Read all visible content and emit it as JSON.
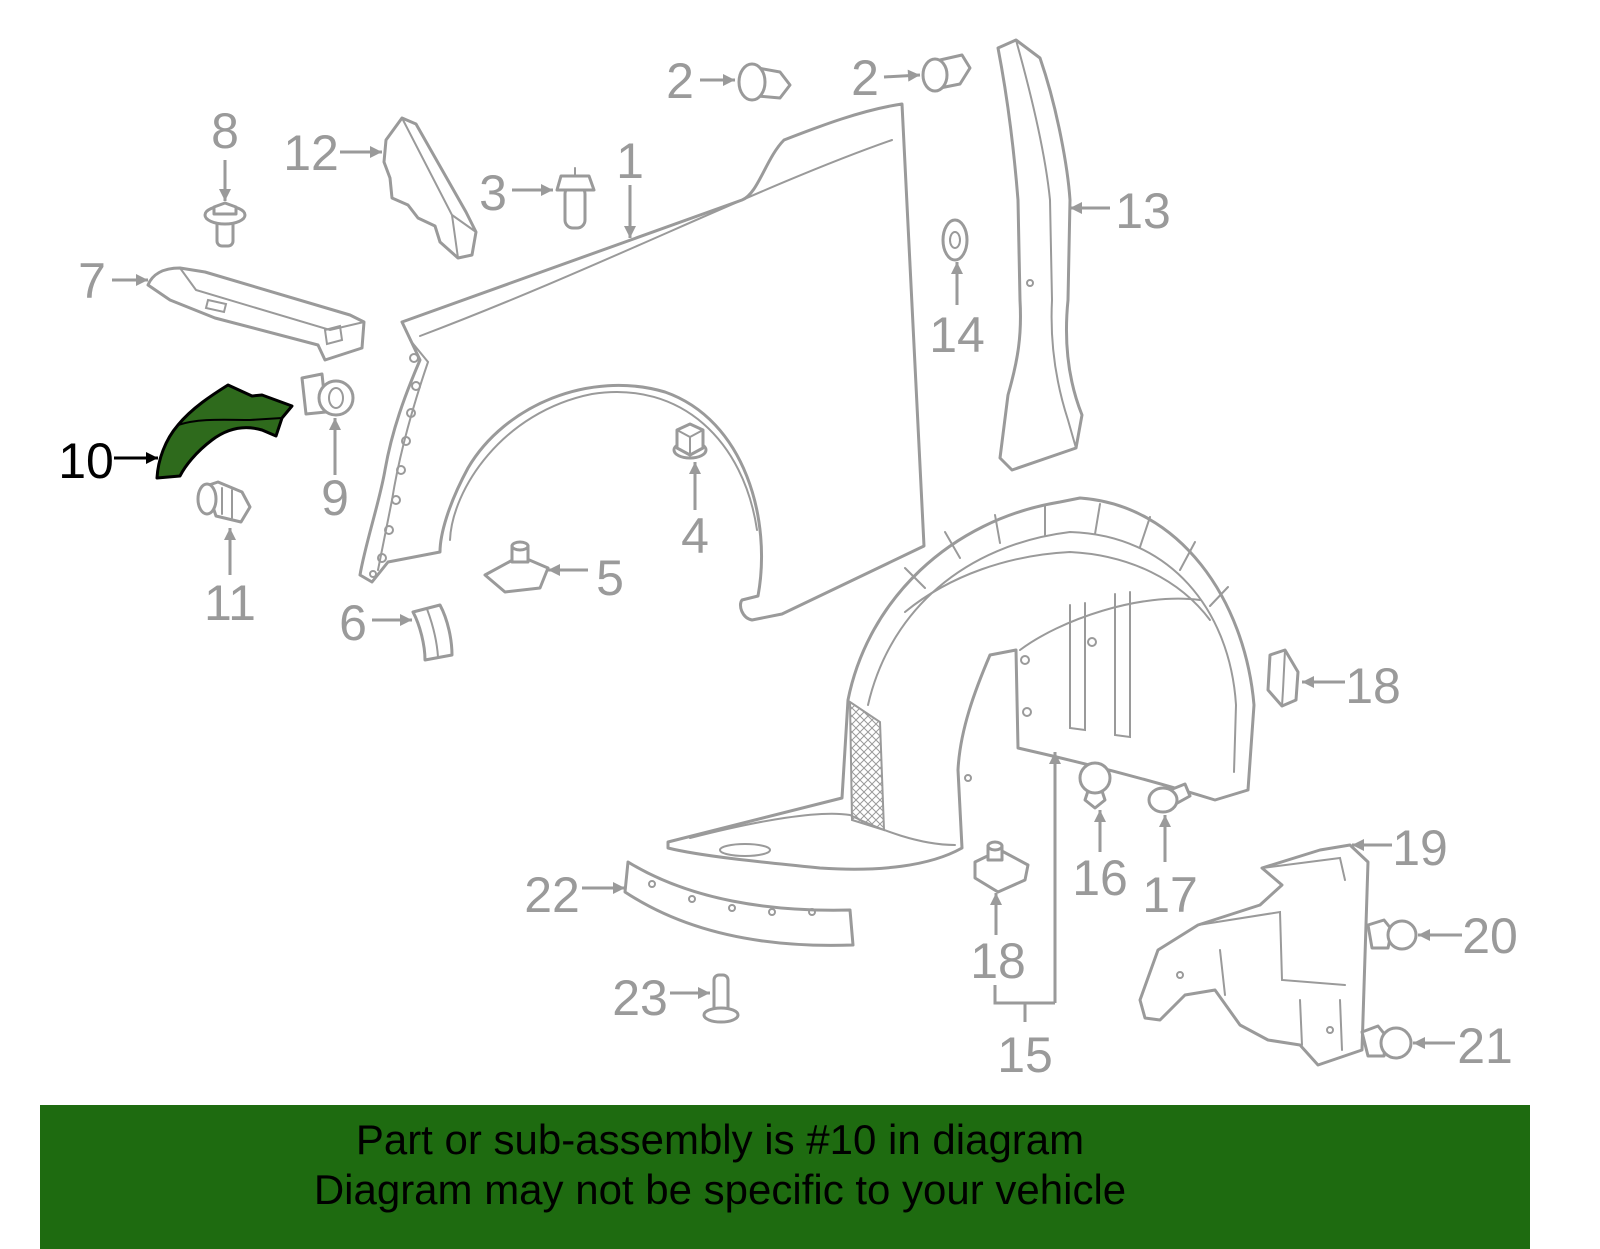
{
  "diagram": {
    "callouts": [
      "2",
      "2",
      "12",
      "8",
      "3",
      "1",
      "13",
      "7",
      "14",
      "10",
      "9",
      "4",
      "11",
      "5",
      "6",
      "18",
      "16",
      "17",
      "19",
      "22",
      "18",
      "20",
      "23",
      "15",
      "21"
    ]
  },
  "banner": {
    "line1": "Part or sub-assembly is #10 in diagram",
    "line2": "Diagram may not be specific to your vehicle"
  },
  "colors": {
    "line": "#9a9a9a",
    "highlight_fill": "#2e6a1c",
    "highlight_label": "#000000",
    "banner_bg": "#1e6b10",
    "banner_text": "#000000",
    "background": "#ffffff"
  }
}
